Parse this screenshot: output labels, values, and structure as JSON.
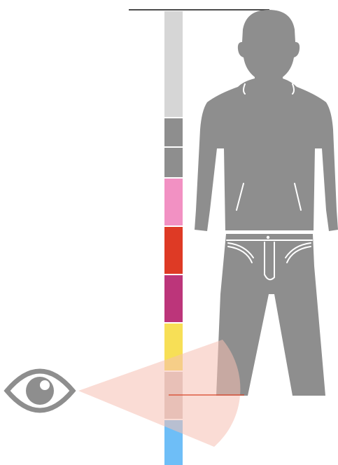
{
  "colors": {
    "background": "#ffffff",
    "figure": "#8e8e8e",
    "figure_line": "#ffffff",
    "top_line": "#111111",
    "sight_cone": "#f5bfb2",
    "sight_line": "#d84226",
    "eye": "#8e8e8e"
  },
  "scale_bar": {
    "segments": [
      {
        "name": "light-gray-segment",
        "color": "#d6d6d6"
      },
      {
        "name": "gray-segment-upper",
        "color": "#8e8e8e"
      },
      {
        "name": "gray-segment-lower",
        "color": "#8e8e8e"
      },
      {
        "name": "pink-segment",
        "color": "#f291c3"
      },
      {
        "name": "red-segment",
        "color": "#de3a25"
      },
      {
        "name": "magenta-segment",
        "color": "#bc357a"
      },
      {
        "name": "yellow-segment",
        "color": "#f7df56"
      },
      {
        "name": "beige-segment",
        "color": "#d7c1bd"
      },
      {
        "name": "blue-segment",
        "color": "#6ebef7"
      }
    ]
  },
  "icons": {
    "eye": "eye-icon",
    "person": "person-silhouette-icon"
  }
}
